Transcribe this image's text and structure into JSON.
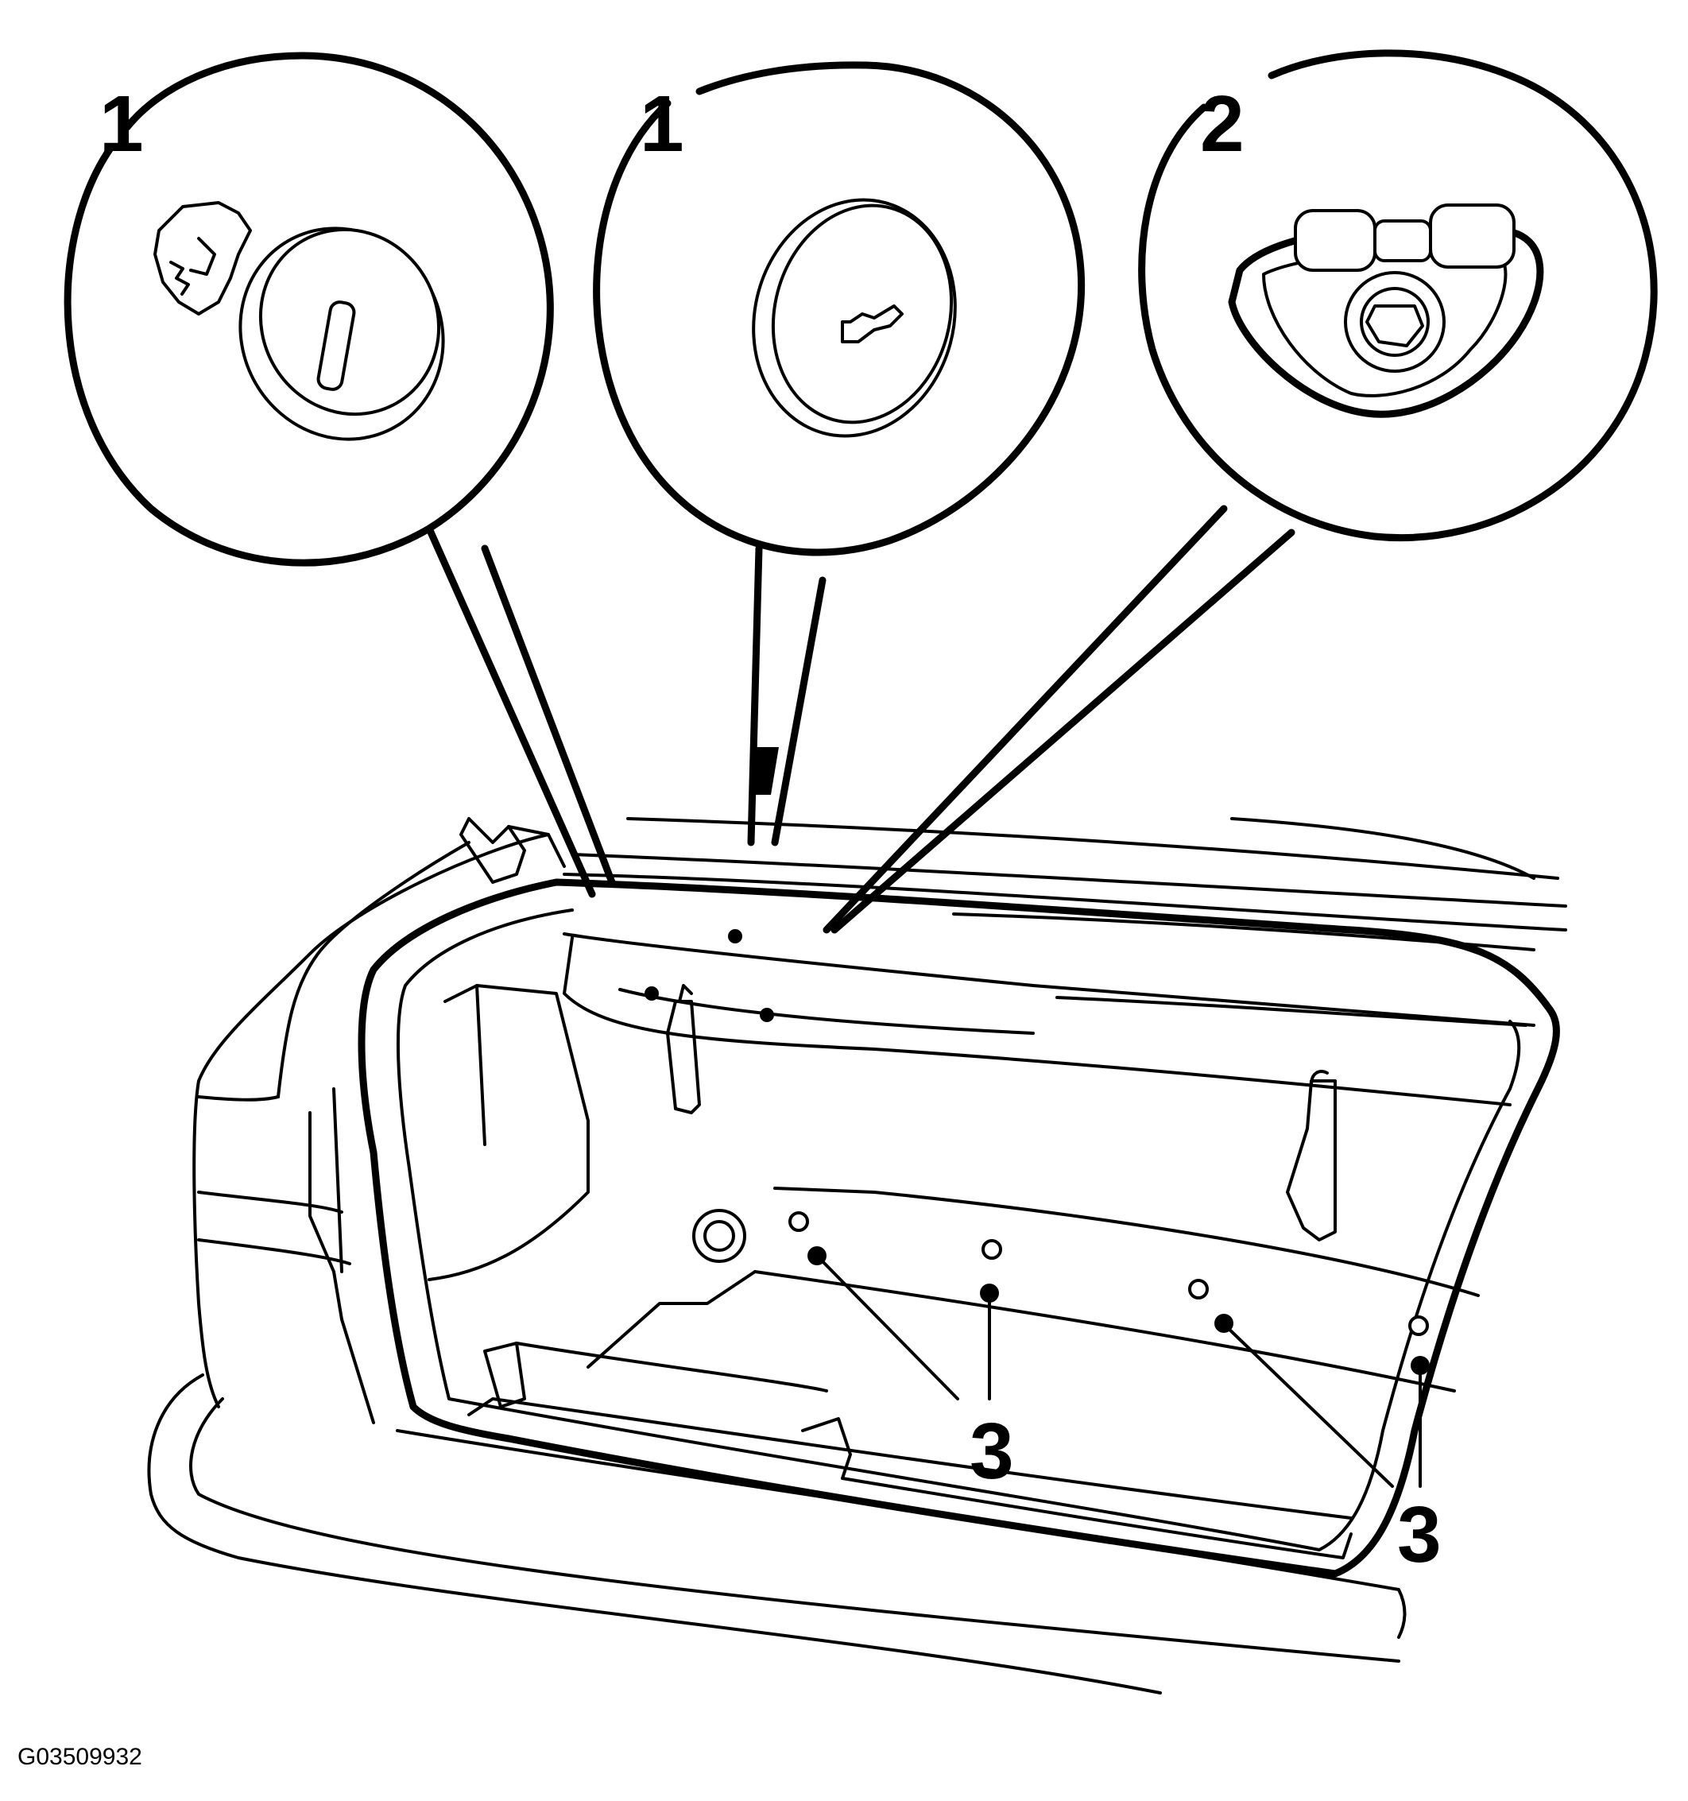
{
  "callouts": {
    "clip_push_type": "1",
    "clip_round_cap": "1",
    "tie_down_eye": "2",
    "fastener_group_left": "3",
    "fastener_group_right": "3"
  },
  "figure_id": "G03509932"
}
